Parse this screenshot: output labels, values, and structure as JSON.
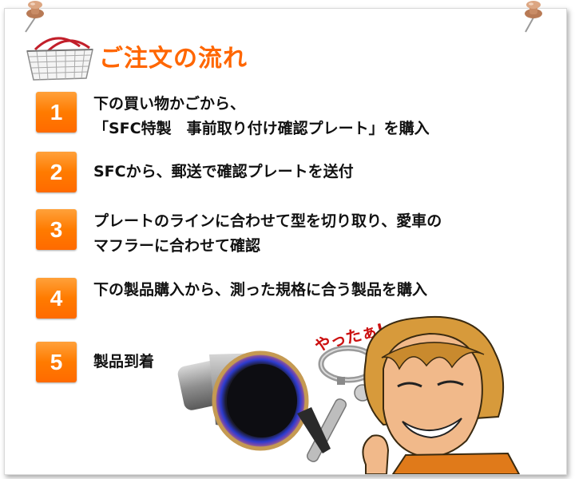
{
  "title": "ご注文の流れ",
  "steps": [
    {
      "number": "1",
      "lines": [
        "下の買い物かごから、",
        "「SFC特製　事前取り付け確認プレート」を購入"
      ]
    },
    {
      "number": "2",
      "lines": [
        "SFCから、郵送で確認プレートを送付"
      ]
    },
    {
      "number": "3",
      "lines": [
        "プレートのラインに合わせて型を切り取り、愛車の",
        "マフラーに合わせて確認"
      ]
    },
    {
      "number": "4",
      "lines": [
        "下の製品購入から、測った規格に合う製品を購入"
      ]
    },
    {
      "number": "5",
      "lines": [
        "製品到着"
      ]
    }
  ],
  "speech": "やったぁ!",
  "colors": {
    "accent": "#ff6600",
    "badge": "#ff7b00",
    "text": "#111111",
    "border": "#d9d9d9"
  },
  "icons": [
    "push-pin-icon",
    "shopping-basket-icon"
  ]
}
